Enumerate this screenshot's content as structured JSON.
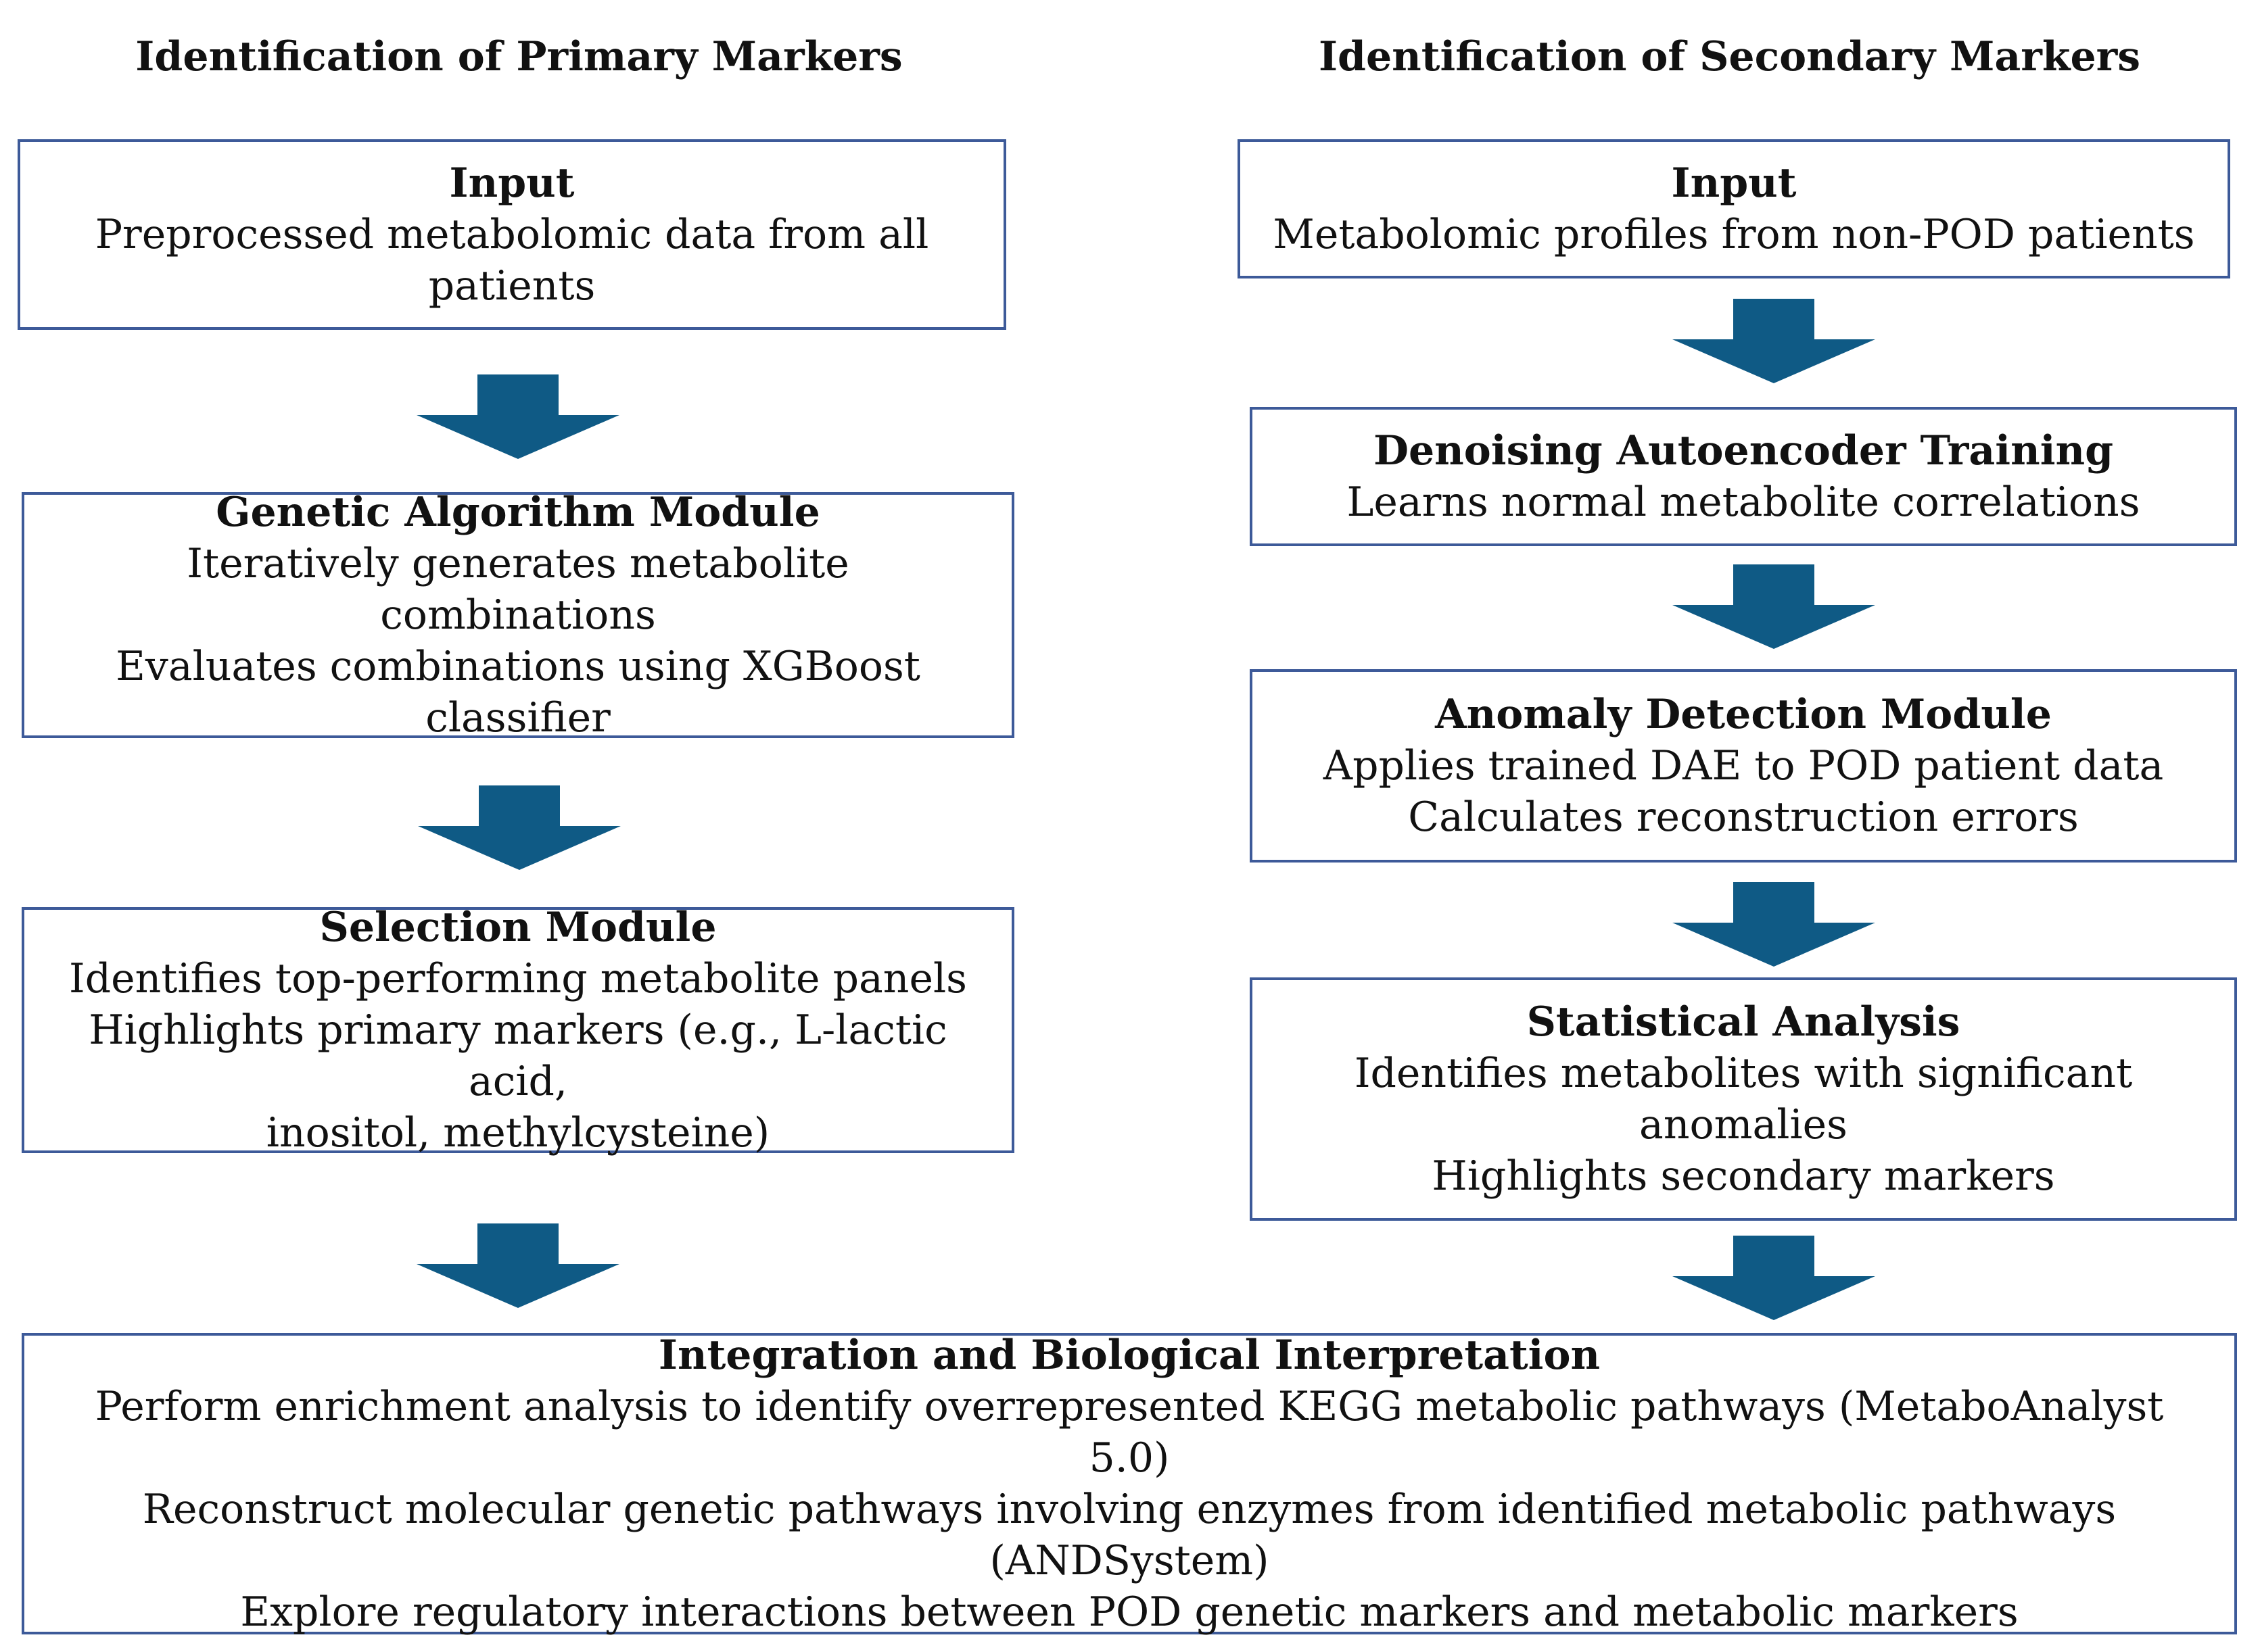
{
  "left_column": {
    "heading": "Identification of Primary Markers",
    "boxes": [
      {
        "title": "Input",
        "lines": [
          "Preprocessed metabolomic data from all",
          "patients"
        ]
      },
      {
        "title": "Genetic Algorithm Module",
        "lines": [
          "Iteratively generates metabolite combinations",
          "Evaluates combinations using XGBoost",
          "classifier"
        ]
      },
      {
        "title": "Selection Module",
        "lines": [
          "Identifies top-performing metabolite panels",
          "Highlights primary markers (e.g., L-lactic acid,",
          "inositol, methylcysteine)"
        ]
      }
    ]
  },
  "right_column": {
    "heading": "Identification of Secondary Markers",
    "boxes": [
      {
        "title": "Input",
        "lines": [
          "Metabolomic profiles from non-POD patients"
        ]
      },
      {
        "title": "Denoising Autoencoder Training",
        "lines": [
          "Learns normal metabolite correlations"
        ]
      },
      {
        "title": "Anomaly Detection Module",
        "lines": [
          "Applies trained DAE to POD patient data",
          "Calculates reconstruction errors"
        ]
      },
      {
        "title": "Statistical Analysis",
        "lines": [
          "Identifies metabolites with significant",
          "anomalies",
          "Highlights secondary markers"
        ]
      }
    ]
  },
  "bottom_box": {
    "title": "Integration and Biological Interpretation",
    "lines": [
      "Perform enrichment analysis to identify overrepresented KEGG metabolic pathways (MetaboAnalyst 5.0)",
      "Reconstruct molecular genetic pathways involving enzymes from identified metabolic pathways",
      "(ANDSystem)",
      "Explore regulatory interactions between POD genetic markers and metabolic markers"
    ]
  },
  "colors": {
    "box_border": "#3d5a99",
    "arrow_fill": "#0f5a85",
    "text": "#111111"
  }
}
